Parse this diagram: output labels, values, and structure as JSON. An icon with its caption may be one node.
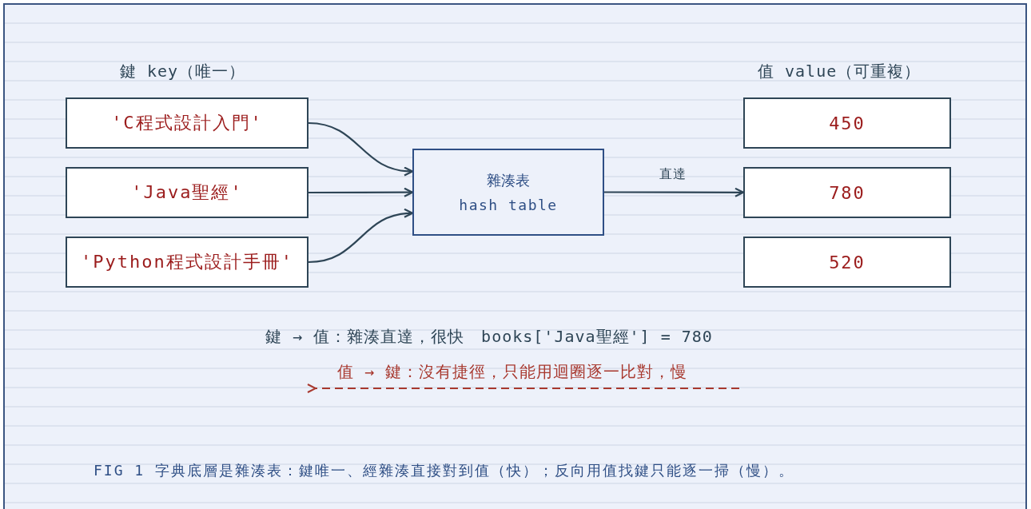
{
  "diagram": {
    "caption": "FIG 1 字典底層是雜湊表：鍵唯一、經雜湊直接對到值（快）；反向用值找鍵只能逐一掃（慢）。",
    "nodes": [
      {
        "text": [
          "'C程式設計入門'"
        ]
      },
      {
        "text": [
          "'Java聖經'"
        ]
      },
      {
        "text": [
          "'Python程式設計手冊'"
        ]
      },
      {
        "text": [
          "雜湊表",
          "hash table"
        ]
      },
      {
        "text": [
          "450"
        ]
      },
      {
        "text": [
          "780"
        ]
      },
      {
        "text": [
          "520"
        ]
      }
    ],
    "edges": [
      {
        "from": 0,
        "to": 3,
        "arrow": "to"
      },
      {
        "from": 1,
        "to": 3,
        "arrow": "to"
      },
      {
        "from": 2,
        "to": 3,
        "arrow": "to"
      },
      {
        "from": 3,
        "to": 5,
        "arrow": "to",
        "label": "直達"
      }
    ],
    "labels": [
      "鍵 key（唯一）",
      "值 value（可重複）",
      "鍵 → 值：雜湊直達，很快　books['Java聖經'] = 780",
      "值 → 鍵：沒有捷徑，只能用迴圈逐一比對，慢"
    ]
  }
}
